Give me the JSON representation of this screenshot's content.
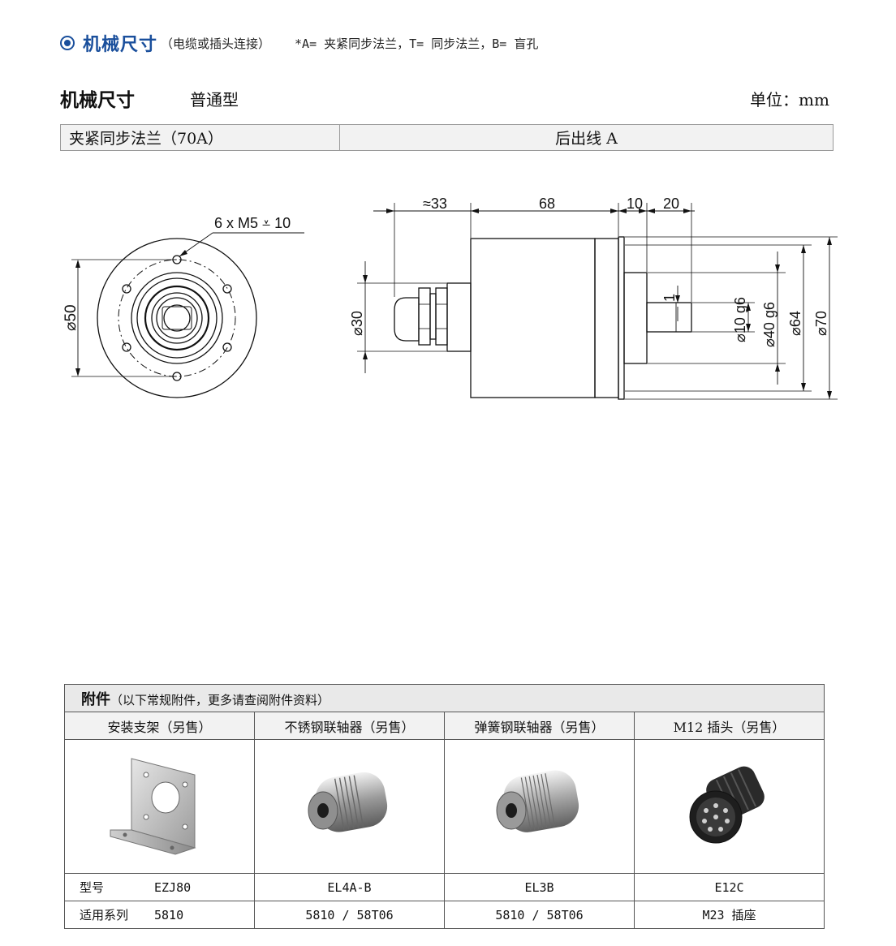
{
  "section": {
    "title": "机械尺寸",
    "subtitle": "（电缆或插头连接）",
    "note": "*A= 夹紧同步法兰，T= 同步法兰，B= 盲孔"
  },
  "dimensions": {
    "heading": "机械尺寸",
    "type": "普通型",
    "unit": "单位：mm",
    "flange": "夹紧同步法兰（70A）",
    "outlet": "后出线 A"
  },
  "drawing": {
    "front_view": {
      "hole_label": "6 x M5 ⩡ 10",
      "dia_label": "⌀50"
    },
    "side_view": {
      "len_labels": [
        "≈33",
        "68",
        "10",
        "20"
      ],
      "shaft_offset": "1",
      "cable_dia": "⌀30",
      "dia_labels": [
        "⌀10 g6",
        "⌀40 g6",
        "⌀64",
        "⌀70"
      ]
    }
  },
  "accessories": {
    "title": "附件",
    "subtitle": "（以下常规附件，更多请查阅附件资料）",
    "columns": [
      "安装支架（另售）",
      "不锈钢联轴器（另售）",
      "弹簧钢联轴器（另售）",
      "M12 插头（另售）"
    ],
    "model_label": "型号",
    "series_label": "适用系列",
    "models": [
      "EZJ80",
      "EL4A-B",
      "EL3B",
      "E12C"
    ],
    "series": [
      "5810",
      "5810 / 58T06",
      "5810 / 58T06",
      "M23 插座"
    ],
    "images": [
      "mounting-bracket",
      "stainless-coupling",
      "spring-steel-coupling",
      "m12-connector"
    ]
  }
}
